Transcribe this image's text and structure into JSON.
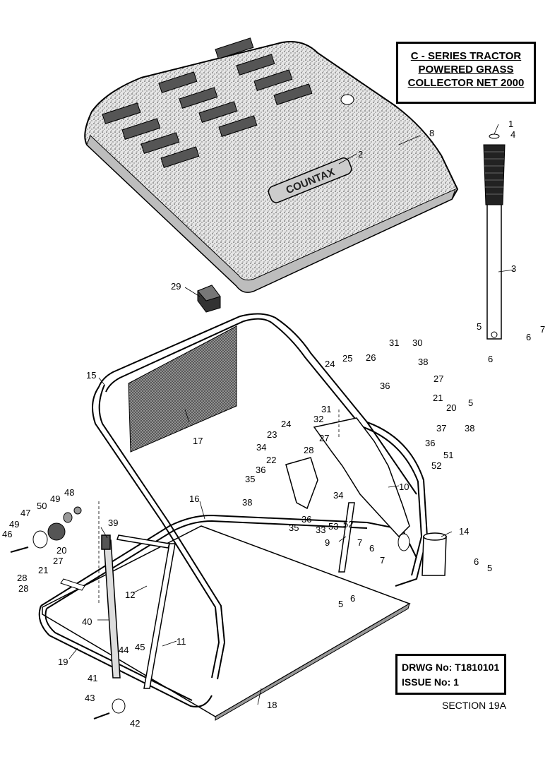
{
  "title_lines": [
    "C - SERIES TRACTOR",
    "POWERED GRASS",
    "COLLECTOR NET 2000"
  ],
  "drawing_no": "DRWG No: T1810101",
  "issue_no": "ISSUE No: 1",
  "section": "SECTION 19A",
  "brand": "COUNTAX",
  "callouts": [
    "1",
    "2",
    "3",
    "4",
    "5",
    "5",
    "5",
    "5",
    "6",
    "6",
    "6",
    "6",
    "6",
    "7",
    "7",
    "7",
    "8",
    "9",
    "10",
    "11",
    "12",
    "14",
    "15",
    "16",
    "17",
    "18",
    "19",
    "20",
    "20",
    "21",
    "21",
    "22",
    "23",
    "24",
    "24",
    "25",
    "26",
    "27",
    "27",
    "27",
    "28",
    "28",
    "28",
    "29",
    "30",
    "31",
    "31",
    "32",
    "33",
    "34",
    "34",
    "35",
    "35",
    "36",
    "36",
    "36",
    "36",
    "37",
    "38",
    "38",
    "38",
    "39",
    "40",
    "41",
    "42",
    "43",
    "44",
    "45",
    "46",
    "47",
    "48",
    "49",
    "49",
    "50",
    "51",
    "52",
    "52",
    "53"
  ]
}
